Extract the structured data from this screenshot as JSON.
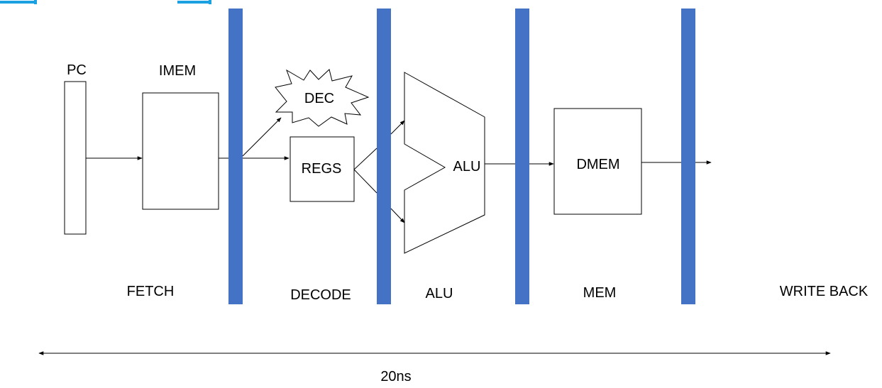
{
  "colors": {
    "pipeline_register": "#4472C4",
    "header_accent": "#1BA1E2",
    "stroke": "#000000",
    "block_fill": "#FFFFFF"
  },
  "blocks": {
    "pc": "PC",
    "imem": "IMEM",
    "decoder": "DEC",
    "regs": "REGS",
    "alu": "ALU",
    "dmem": "DMEM"
  },
  "stages": {
    "fetch": "FETCH",
    "decode": "DECODE",
    "alu": "ALU",
    "mem": "MEM",
    "write_back": "WRITE BACK"
  },
  "timing": {
    "total_latency": "20ns"
  }
}
